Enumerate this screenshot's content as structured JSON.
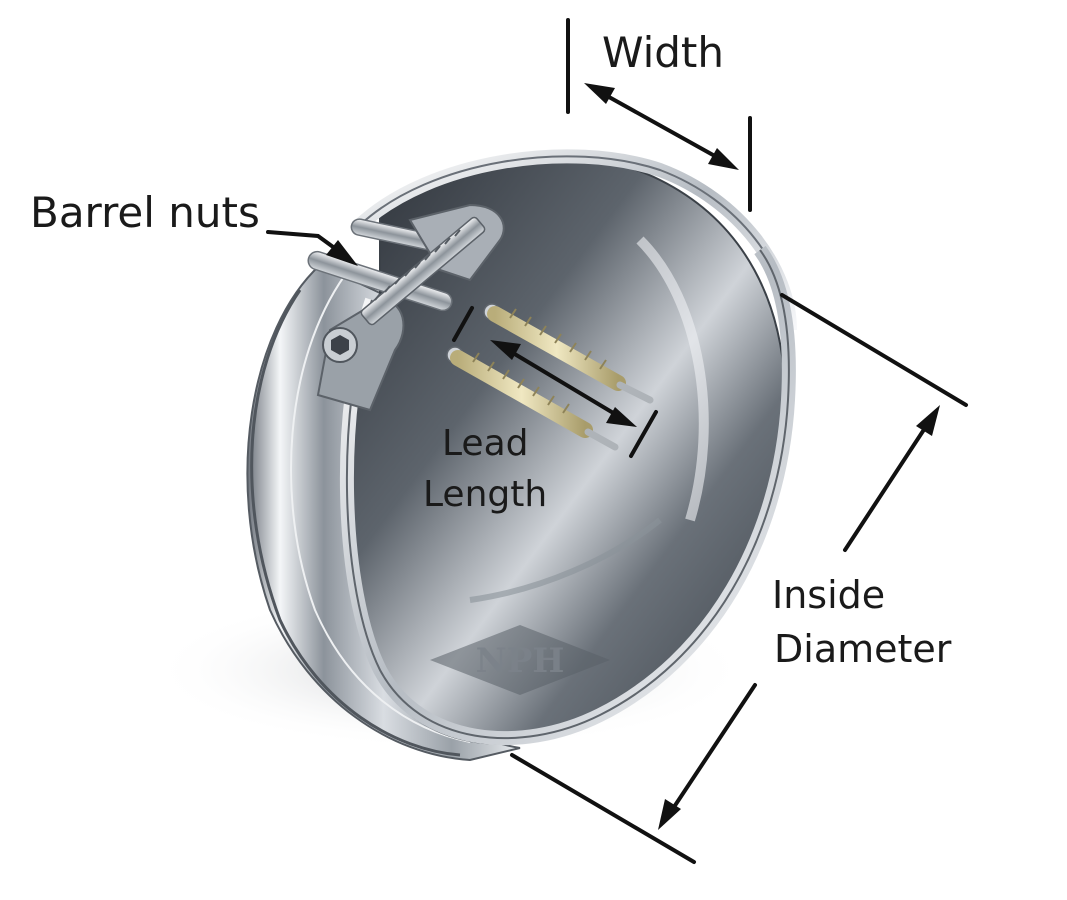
{
  "labels": {
    "width": "Width",
    "barrel_nuts": "Barrel nuts",
    "lead_line1": "Lead",
    "lead_line2": "Length",
    "inside_line1": "Inside",
    "inside_line2": "Diameter"
  },
  "watermark": "NPH",
  "colors": {
    "metal_dark": "#4a5058",
    "metal_light": "#e6e9ed",
    "lead_braid": "#d8cc9a",
    "ink": "#111111"
  }
}
